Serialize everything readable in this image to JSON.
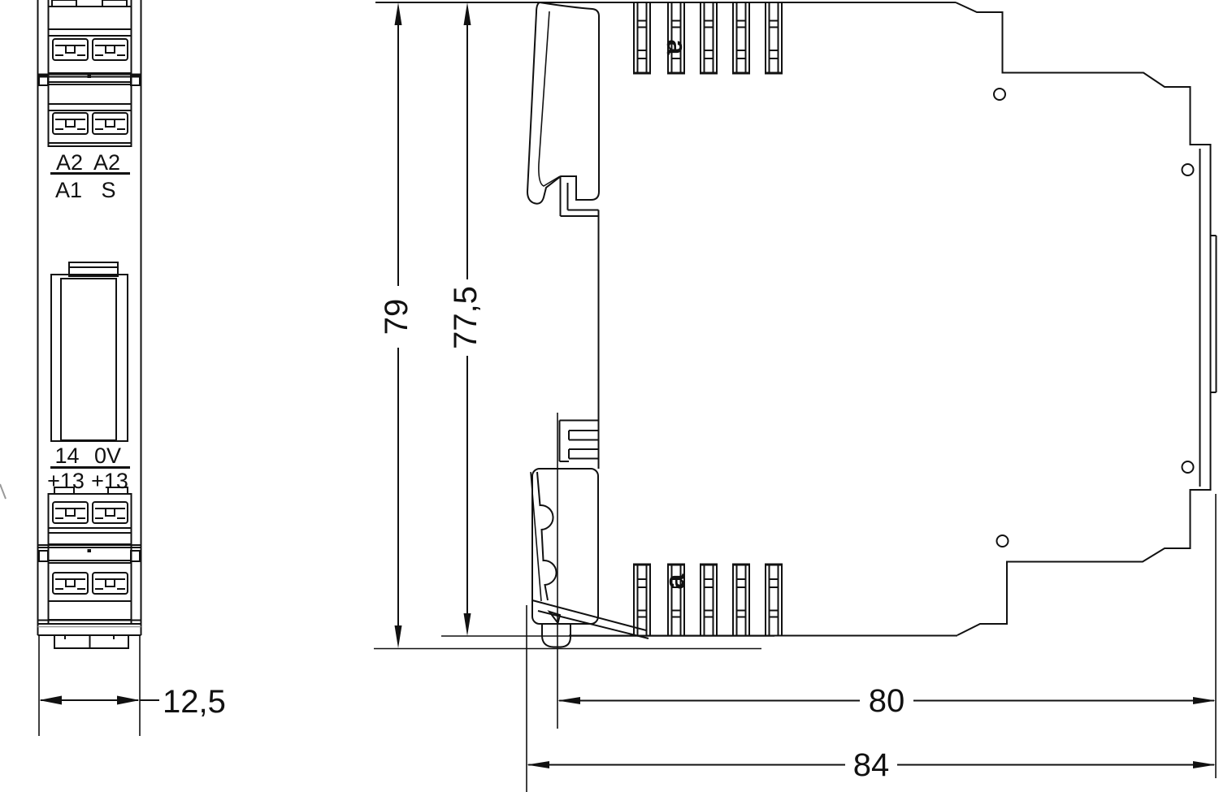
{
  "drawing": {
    "type": "technical-dimension-drawing",
    "colors": {
      "line": "#111111",
      "background": "#ffffff"
    },
    "front_view": {
      "terminal_labels_top": {
        "numerator_left": "A2",
        "numerator_right": "A2",
        "denominator_left": "A1",
        "denominator_right": "S"
      },
      "terminal_labels_bottom": {
        "numerator_left": "14",
        "numerator_right": "0V",
        "denominator_left": "+13",
        "denominator_right": "+13"
      },
      "width_dimension": "12,5"
    },
    "side_view": {
      "height_dimension_total": "79",
      "height_dimension_body": "77,5",
      "depth_dimension_body": "80",
      "depth_dimension_total": "84",
      "vent_detail_marker_top": "a",
      "vent_detail_marker_bottom": "a"
    }
  }
}
